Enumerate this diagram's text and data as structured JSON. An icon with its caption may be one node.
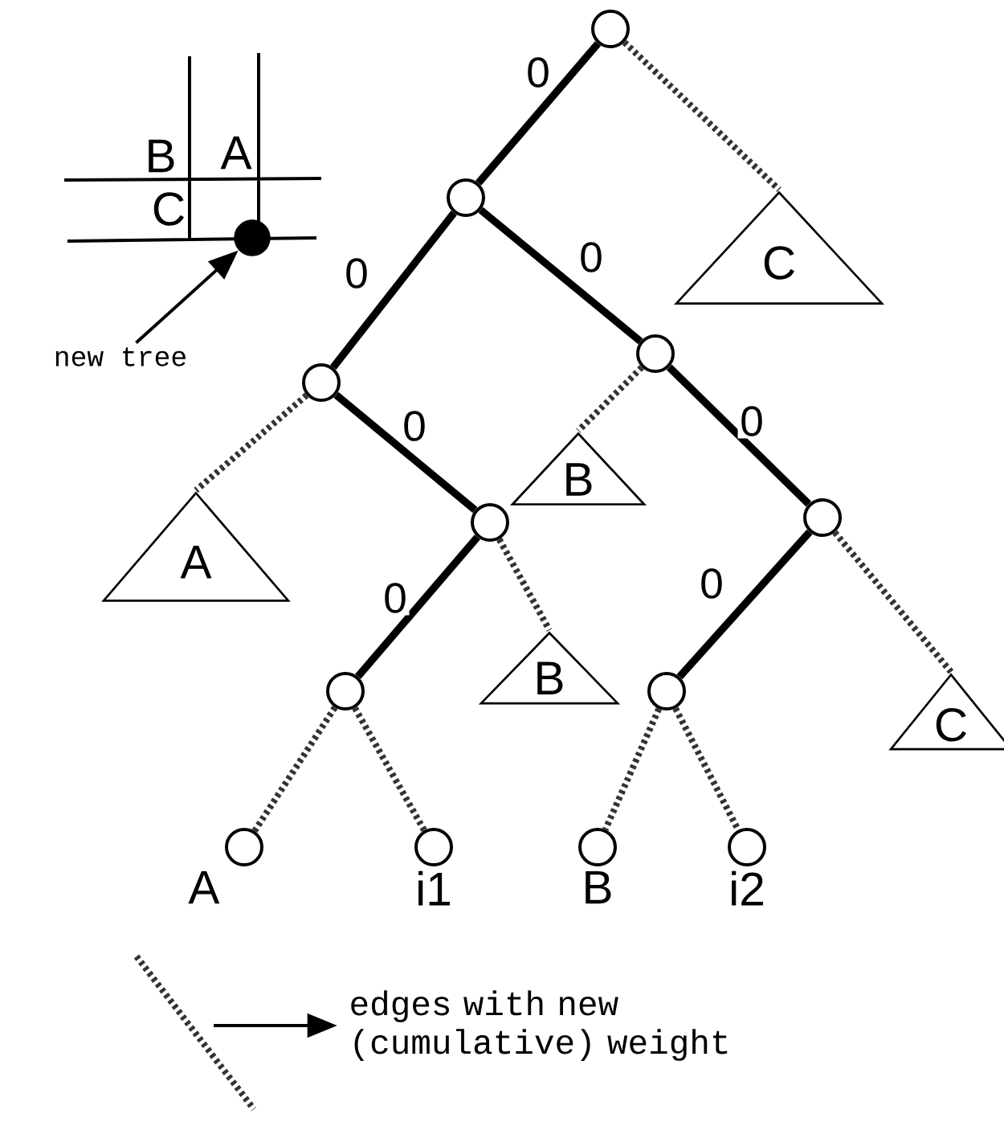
{
  "diagram": {
    "nodes": [
      {
        "text": [],
        "shape": "circle"
      },
      {
        "text": [],
        "shape": "circle"
      },
      {
        "text": [],
        "shape": "circle"
      },
      {
        "text": [],
        "shape": "circle"
      },
      {
        "text": [],
        "shape": "circle"
      },
      {
        "text": [],
        "shape": "circle"
      },
      {
        "text": [],
        "shape": "circle"
      },
      {
        "text": [],
        "shape": "circle"
      },
      {
        "text": [
          "C"
        ]
      },
      {
        "text": [
          "A"
        ]
      },
      {
        "text": [
          "B"
        ]
      },
      {
        "text": [
          "B"
        ]
      },
      {
        "text": [
          "C"
        ]
      },
      {
        "text": [
          "A"
        ]
      },
      {
        "text": [
          "i1"
        ]
      },
      {
        "text": [
          "B"
        ]
      },
      {
        "text": [
          "i2"
        ]
      },
      {
        "text": [
          "new tree"
        ]
      },
      {
        "text": [],
        "shape": "circle"
      }
    ],
    "edges": [
      {
        "from": 0,
        "to": 1,
        "arrow": "none",
        "label": "0"
      },
      {
        "from": 0,
        "to": 8,
        "arrow": "none",
        "style": "dashed"
      },
      {
        "from": 1,
        "to": 3,
        "arrow": "none",
        "label": "0"
      },
      {
        "from": 1,
        "to": 2,
        "arrow": "none",
        "label": "0"
      },
      {
        "from": 3,
        "to": 9,
        "arrow": "none",
        "style": "dashed"
      },
      {
        "from": 3,
        "to": 4,
        "arrow": "none",
        "label": "0"
      },
      {
        "from": 2,
        "to": 10,
        "arrow": "none",
        "style": "dashed"
      },
      {
        "from": 2,
        "to": 5,
        "arrow": "none",
        "label": "0"
      },
      {
        "from": 4,
        "to": 6,
        "arrow": "none",
        "label": "0"
      },
      {
        "from": 4,
        "to": 11,
        "arrow": "none",
        "style": "dashed"
      },
      {
        "from": 5,
        "to": 7,
        "arrow": "none",
        "label": "0"
      },
      {
        "from": 5,
        "to": 12,
        "arrow": "none",
        "style": "dashed"
      },
      {
        "from": 6,
        "to": 13,
        "arrow": "none",
        "style": "dashed"
      },
      {
        "from": 6,
        "to": 14,
        "arrow": "none",
        "style": "dashed"
      },
      {
        "from": 7,
        "to": 15,
        "arrow": "none",
        "style": "dashed"
      },
      {
        "from": 7,
        "to": 16,
        "arrow": "none",
        "style": "dashed"
      },
      {
        "from": 17,
        "to": 18,
        "arrow": "to"
      }
    ],
    "labels": [
      "B",
      "A",
      "C"
    ],
    "legend": [
      {
        "text": "edges with new (cumulative) weight"
      }
    ]
  }
}
